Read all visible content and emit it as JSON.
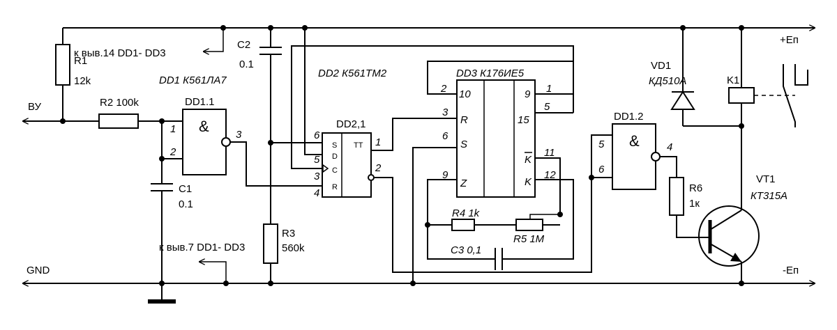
{
  "rails": {
    "vcc": "+Еп",
    "vee": "-Еп",
    "gnd": "GND",
    "input": "ВУ"
  },
  "notes": {
    "pin14": "к выв.14 DD1- DD3",
    "pin7": "к выв.7 DD1- DD3"
  },
  "chips": {
    "dd1": "DD1 К561ЛА7",
    "dd2": "DD2 К561ТМ2",
    "dd3": "DD3 К176ИЕ5",
    "dd1_1": "DD1.1",
    "dd1_2": "DD1.2",
    "dd2_1": "DD2,1",
    "and_symbol": "&",
    "tt": "TT"
  },
  "components": {
    "r1": {
      "name": "R1",
      "value": "12k"
    },
    "r2": {
      "name": "R2",
      "value": "100k"
    },
    "r3": {
      "name": "R3",
      "value": "560k"
    },
    "r4": "R4 1k",
    "r5": "R5 1M",
    "r6": {
      "name": "R6",
      "value": "1к"
    },
    "c1": {
      "name": "C1",
      "value": "0.1"
    },
    "c2": {
      "name": "C2",
      "value": "0.1"
    },
    "c3": "C3 0,1",
    "vd1": {
      "name": "VD1",
      "value": "КД510А"
    },
    "k1": {
      "name": "K1"
    },
    "vt1": {
      "name": "VT1",
      "value": "КТ315А"
    }
  },
  "pins": {
    "dd1_1": {
      "in1": "1",
      "in2": "2",
      "out": "3"
    },
    "dd2": {
      "s": "S",
      "d": "D",
      "c": "C",
      "r": "R",
      "p6": "6",
      "p5": "5",
      "p3": "3",
      "p4": "4",
      "p1": "1",
      "p2": "2"
    },
    "dd3": {
      "p10": "10",
      "p9": "9",
      "pR": "R",
      "pS": "S",
      "pZ": "Z",
      "p15": "15",
      "pK": "K",
      "pKbar": "K",
      "ext2": "2",
      "ext1": "1",
      "ext3": "3",
      "ext6": "6",
      "ext9": "9",
      "ext5": "5",
      "ext11": "11",
      "ext12": "12"
    },
    "dd1_2": {
      "in5": "5",
      "in6": "6",
      "out4": "4"
    }
  }
}
